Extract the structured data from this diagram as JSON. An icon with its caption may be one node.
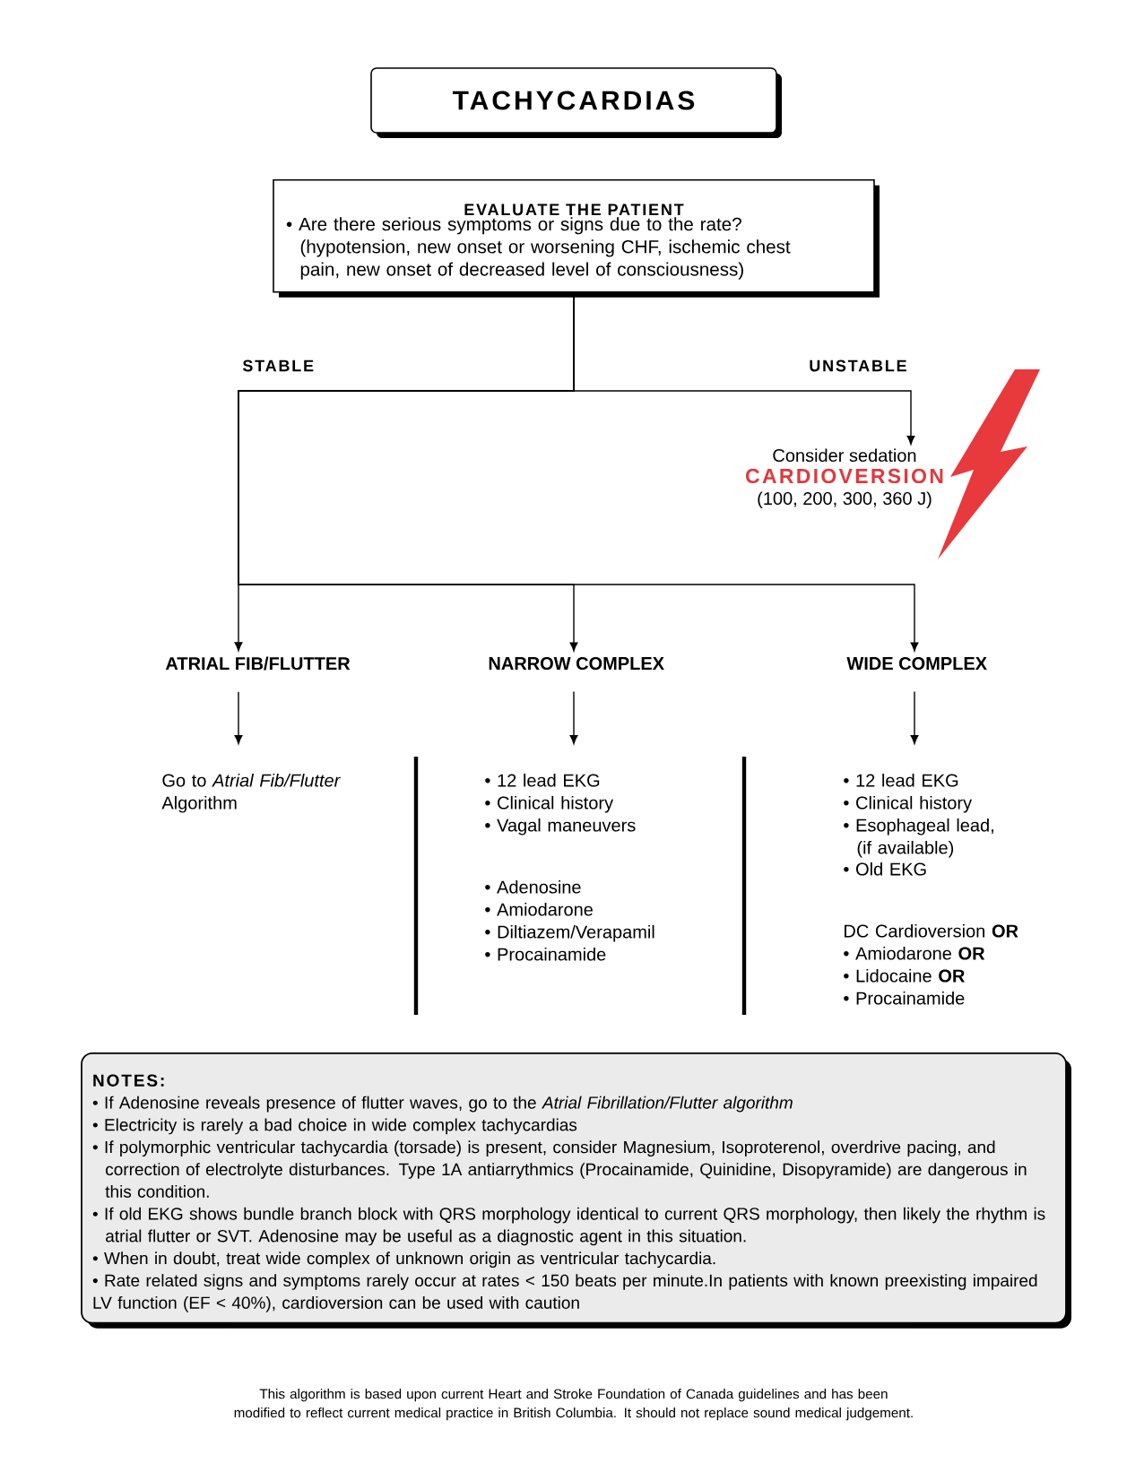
{
  "diagram": {
    "nodes": [
      {
        "text": [
          "TACHYCARDIAS"
        ]
      },
      {
        "text": [
          "EVALUATE THE PATIENT",
          "• Are there serious symptoms or signs due to the rate? (hypotension, new onset or worsening CHF, ischemic chest pain, new onset of decreased level of consciousness)"
        ]
      },
      {
        "text": [
          "Consider sedation",
          "CARDIOVERSION",
          "(100, 200, 300, 360 J)"
        ]
      },
      {
        "text": [
          "ATRIAL FIB/FLUTTER"
        ]
      },
      {
        "text": [
          "NARROW COMPLEX"
        ]
      },
      {
        "text": [
          "WIDE COMPLEX"
        ]
      },
      {
        "text": [
          "Go to *Atrial Fib/Flutter* Algorithm"
        ]
      },
      {
        "text": [
          "• 12 lead EKG",
          "• Clinical history",
          "• Vagal maneuvers",
          "• Adenosine",
          "• Amiodarone",
          "• Diltiazem/Verapamil",
          "• Procainamide"
        ]
      },
      {
        "text": [
          "• 12 lead EKG",
          "• Clinical history",
          "• Esophageal lead, (if available)",
          "• Old EKG",
          "DC Cardioversion **OR**",
          "• Amiodarone **OR**",
          "• Lidocaine **OR**",
          "• Procainamide"
        ]
      },
      {
        "text": [
          "NOTES:",
          "• If Adenosine reveals presence of flutter waves, go to the *Atrial Fibrillation/Flutter algorithm*",
          "• Electricity is rarely a bad choice in wide complex tachycardias",
          "• If polymorphic ventricular tachycardia (torsade) is present, consider Magnesium, Isoproterenol, overdrive pacing, and correction of electrolyte disturbances. Type 1A antiarrythmics (Procainamide, Quinidine, Disopyramide) are dangerous in this condition.",
          "• If old EKG shows bundle branch block with QRS morphology identical to current QRS morphology, then likely the rhythm is atrial flutter or SVT. Adenosine may be useful as a diagnostic agent in this situation.",
          "• When in doubt, treat wide complex of unknown origin as ventricular tachycardia.",
          "• Rate related signs and symptoms rarely occur at rates < 150 beats per minute.In patients with known preexisting impaired LV function (EF < 40%), cardioversion can be used with caution"
        ]
      },
      {
        "text": [],
        "shape": "lightning"
      }
    ],
    "edges": [
      {
        "from": 1,
        "to": 2,
        "arrow": "to",
        "label": "UNSTABLE"
      },
      {
        "from": 1,
        "to": 3,
        "arrow": "to",
        "label": "STABLE"
      },
      {
        "from": 1,
        "to": 4,
        "arrow": "to"
      },
      {
        "from": 1,
        "to": 5,
        "arrow": "to"
      },
      {
        "from": 3,
        "to": 6,
        "arrow": "to"
      },
      {
        "from": 4,
        "to": 7,
        "arrow": "to"
      },
      {
        "from": 5,
        "to": 8,
        "arrow": "to"
      }
    ],
    "labels": [
      "This algorithm is based upon current Heart and Stroke Foundation of Canada guidelines and has been modified to reflect current medical practice in British Columbia. It should not replace sound medical judgement."
    ]
  }
}
